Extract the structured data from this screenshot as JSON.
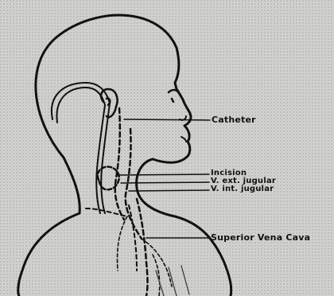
{
  "labels": {
    "catheter": "Catheter",
    "incision": "Incision",
    "ext_jugular": "V. ext. jugular",
    "int_jugular": "V. int. jugular",
    "superior_vena_cava": "Superior Vena Cava"
  }
}
